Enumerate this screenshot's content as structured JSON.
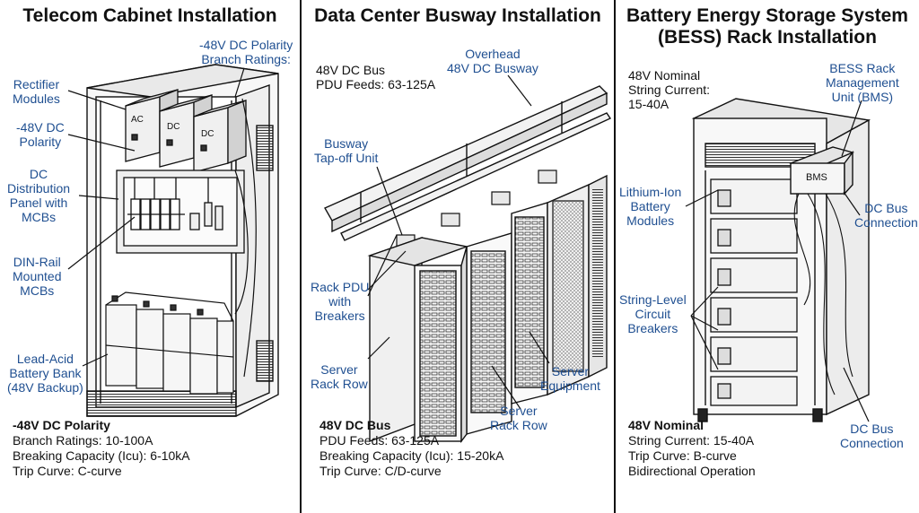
{
  "panels": [
    {
      "title": "Telecom Cabinet Installation",
      "labels": {
        "rectifier": "Rectifier\nModules",
        "polarity": "-48V DC\nPolarity",
        "branch": "-48V DC Polarity\nBranch Ratings:",
        "distribution": "DC\nDistribution\nPanel with\nMCBs",
        "din": "DIN-Rail\nMounted\nMCBs",
        "battery": "Lead-Acid\nBattery Bank\n(48V Backup)"
      },
      "module_labels": [
        "AC",
        "DC",
        "DC"
      ],
      "specs": {
        "heading": "-48V DC Polarity",
        "lines": [
          "Branch Ratings: 10-100A",
          "Breaking Capacity (Icu): 6-10kA",
          "Trip Curve: C-curve"
        ]
      }
    },
    {
      "title": "Data Center Busway Installation",
      "info": "48V DC Bus\nPDU Feeds: 63-125A",
      "labels": {
        "busway": "Overhead\n48V DC Busway",
        "tapoff": "Busway\nTap-off Unit",
        "pdu": "Rack PDU\nwith\nBreakers",
        "server_rack_row_left": "Server\nRack Row",
        "server_equipment": "Server\nEquipment",
        "server_rack_row_bottom": "Server\nRack Row"
      },
      "specs": {
        "heading": "48V DC Bus",
        "lines": [
          "PDU Feeds: 63-125A",
          "Breaking Capacity (Icu): 15-20kA",
          "Trip Curve: C/D-curve"
        ]
      }
    },
    {
      "title": "Battery Energy Storage System\n(BESS) Rack Installation",
      "info": "48V Nominal\nString Current:\n15-40A",
      "labels": {
        "bms": "BESS Rack\nManagement\nUnit (BMS)",
        "lithium": "Lithium-Ion\nBattery\nModules",
        "dc_bus_top": "DC Bus\nConnection",
        "string_breakers": "String-Level\nCircuit\nBreakers",
        "dc_bus_bottom": "DC Bus\nConnection"
      },
      "bms_text": "BMS",
      "specs": {
        "heading": "48V Nominal",
        "lines": [
          "String Current: 15-40A",
          "Trip Curve: B-curve",
          "Bidirectional Operation"
        ]
      }
    }
  ],
  "colors": {
    "label": "#1f4f91",
    "ink": "#111111",
    "fill": "#f2f2f2"
  }
}
